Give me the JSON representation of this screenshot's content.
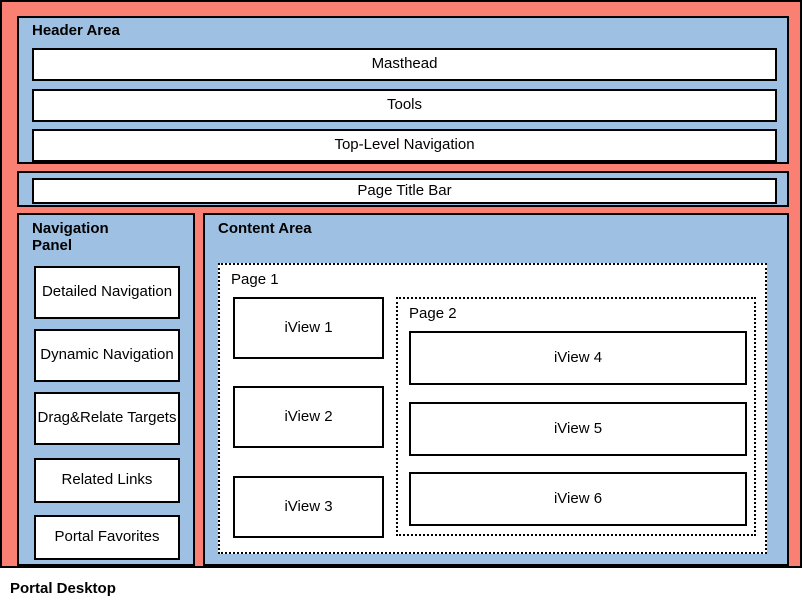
{
  "desktop": {
    "caption": "Portal Desktop",
    "frame_color": "#F98072",
    "region_color": "#9EC1E3",
    "box_color": "#FFFFFF",
    "line_color": "#000000"
  },
  "header": {
    "label": "Header Area",
    "rows": [
      {
        "label": "Masthead"
      },
      {
        "label": "Tools"
      },
      {
        "label": "Top-Level Navigation"
      }
    ]
  },
  "page_title_bar": {
    "label": "Page Title Bar"
  },
  "navigation_panel": {
    "label": "Navigation\nPanel",
    "items": [
      {
        "label": "Detailed Navigation"
      },
      {
        "label": "Dynamic Navigation"
      },
      {
        "label": "Drag&Relate Targets"
      },
      {
        "label": "Related Links"
      },
      {
        "label": "Portal Favorites"
      }
    ]
  },
  "content_area": {
    "label": "Content Area",
    "page1": {
      "label": "Page 1",
      "iviews": [
        {
          "label": "iView 1"
        },
        {
          "label": "iView 2"
        },
        {
          "label": "iView 3"
        }
      ],
      "page2": {
        "label": "Page 2",
        "iviews": [
          {
            "label": "iView 4"
          },
          {
            "label": "iView 5"
          },
          {
            "label": "iView 6"
          }
        ]
      }
    }
  }
}
